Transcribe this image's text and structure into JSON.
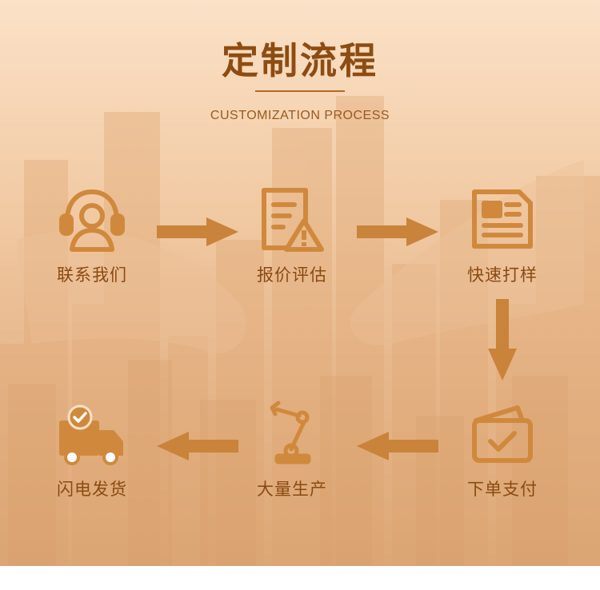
{
  "title": "定制流程",
  "subtitle": "CUSTOMIZATION PROCESS",
  "steps": [
    {
      "label": "联系我们",
      "icon": "headset-agent-icon"
    },
    {
      "label": "报价评估",
      "icon": "document-warning-icon"
    },
    {
      "label": "快速打样",
      "icon": "newspaper-icon"
    },
    {
      "label": "下单支付",
      "icon": "wallet-check-icon"
    },
    {
      "label": "大量生产",
      "icon": "robotic-arm-icon"
    },
    {
      "label": "闪电发货",
      "icon": "delivery-truck-icon"
    }
  ],
  "colors": {
    "icon": "#d0893c",
    "icon_dark": "#a85f1f",
    "title": "#8e4c12",
    "label": "#8a4a12",
    "arrow": "#c9833a"
  }
}
